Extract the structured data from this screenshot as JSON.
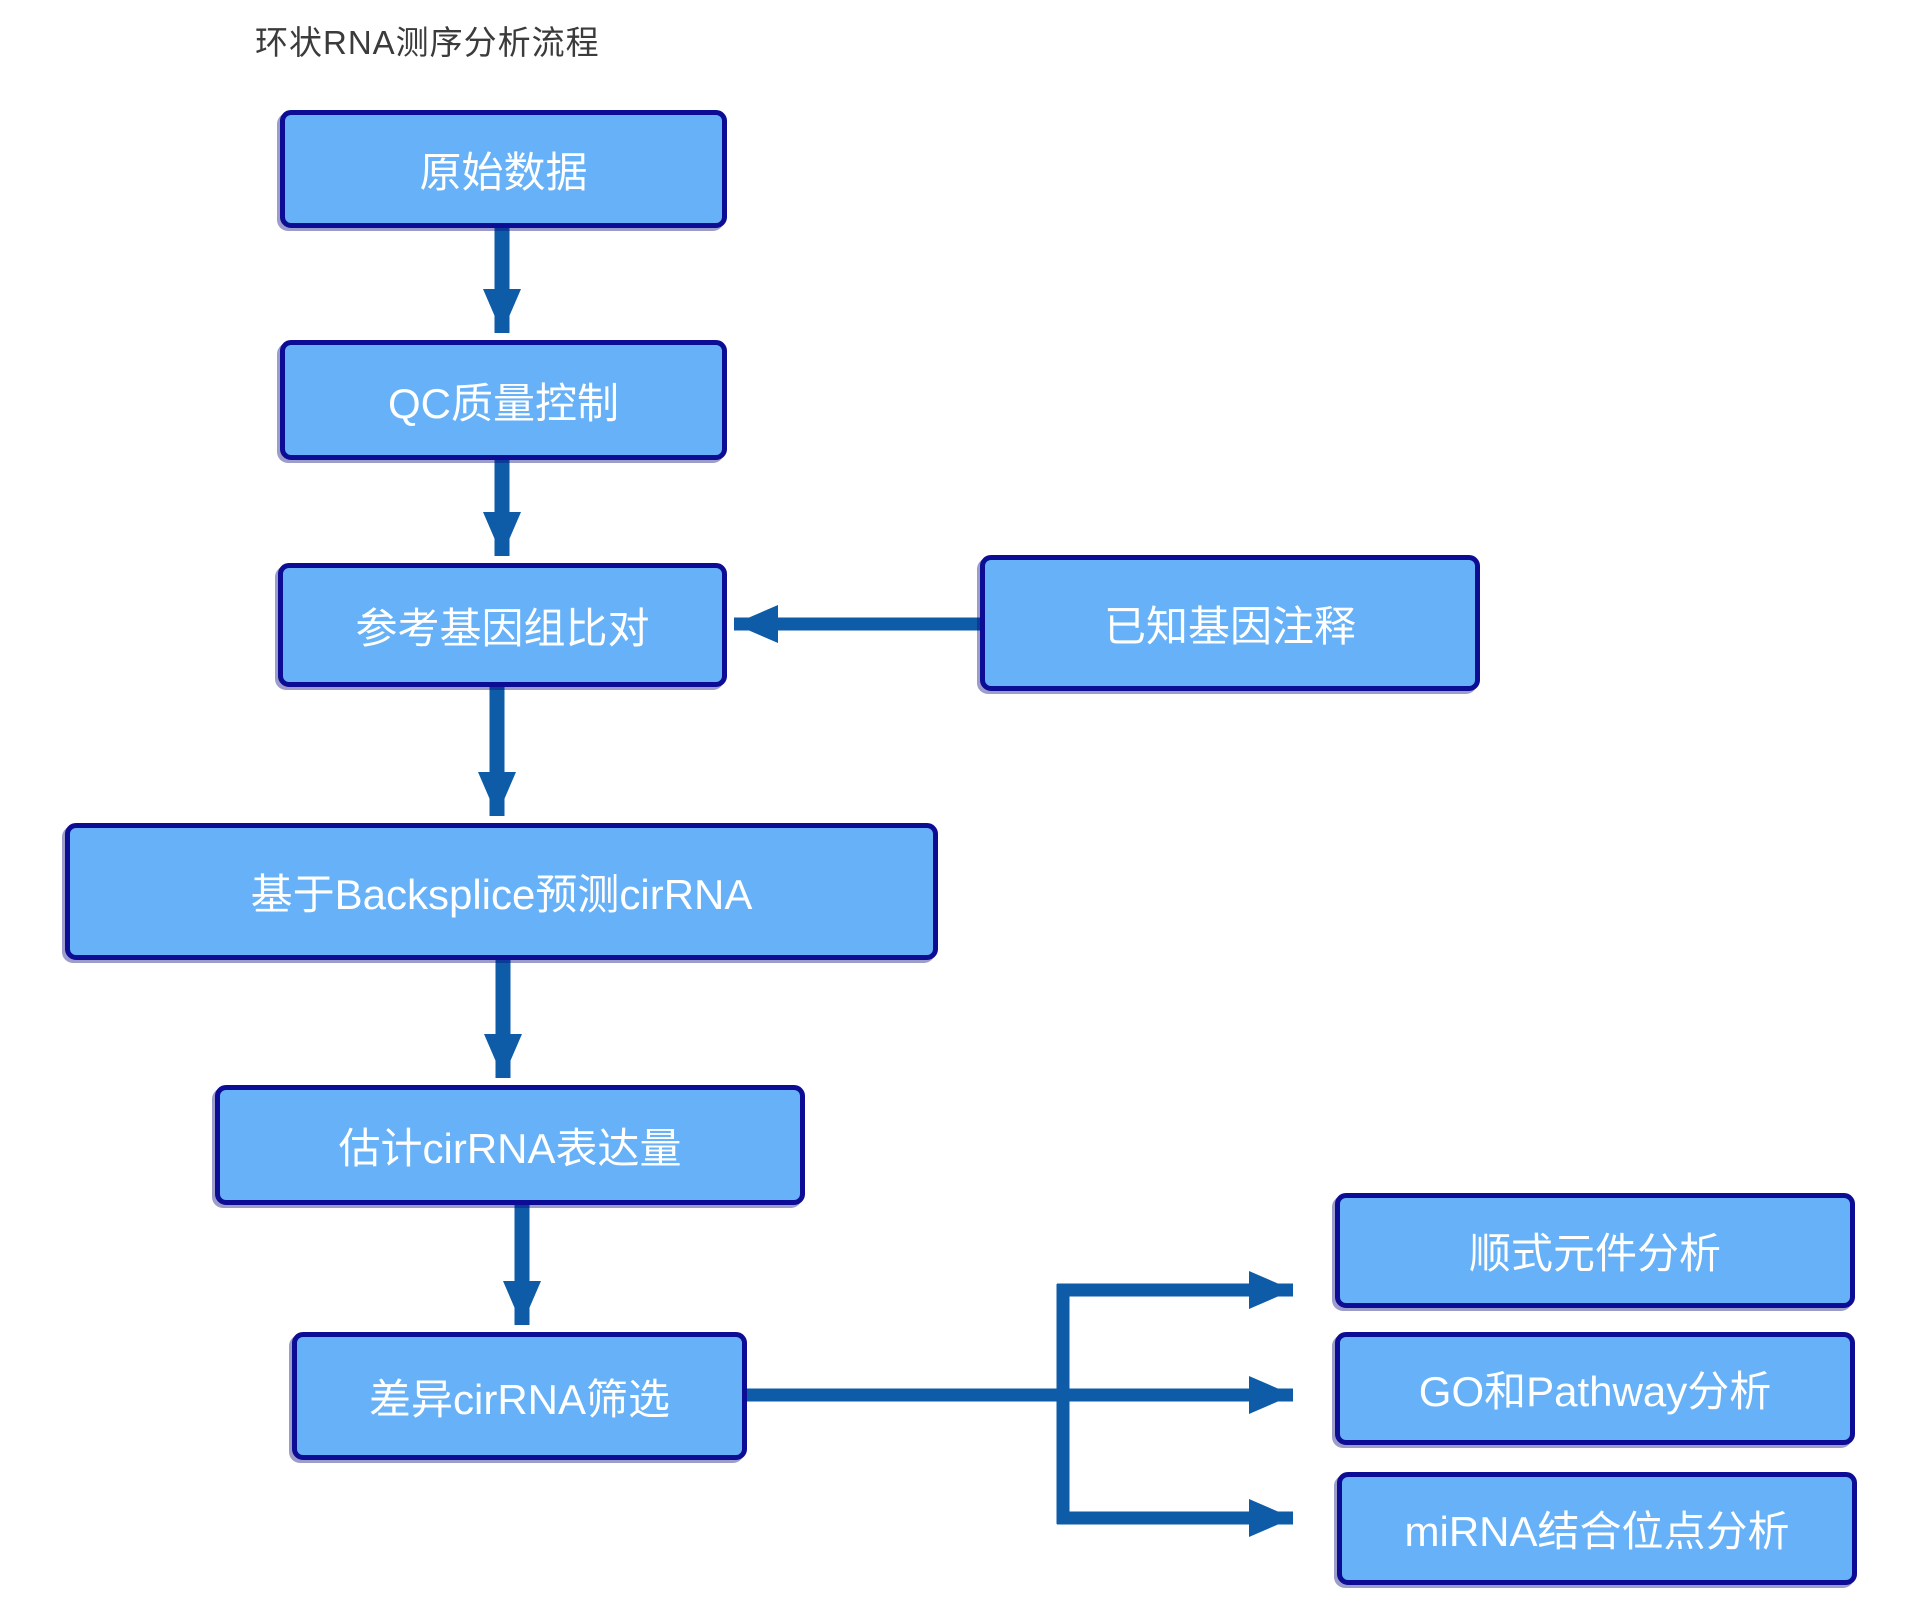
{
  "title": "环状RNA测序分析流程",
  "colors": {
    "box_fill": "#66b1f7",
    "box_border": "#0c0c94",
    "arrow": "#0e5ca8",
    "title_text": "#3b3b3b",
    "box_text": "#ffffff",
    "background": "#ffffff"
  },
  "nodes": {
    "raw_data": {
      "label": "原始数据"
    },
    "qc": {
      "label": "QC质量控制"
    },
    "align": {
      "label": "参考基因组比对"
    },
    "annotation": {
      "label": "已知基因注释"
    },
    "backsplice": {
      "label": "基于Backsplice预测cirRNA"
    },
    "expression": {
      "label": "估计cirRNA表达量"
    },
    "diff": {
      "label": "差异cirRNA筛选"
    },
    "cis": {
      "label": "顺式元件分析"
    },
    "go_pathway": {
      "label": "GO和Pathway分析"
    },
    "mirna": {
      "label": "miRNA结合位点分析"
    }
  },
  "edges": [
    {
      "from": "原始数据",
      "to": "QC质量控制"
    },
    {
      "from": "QC质量控制",
      "to": "参考基因组比对"
    },
    {
      "from": "已知基因注释",
      "to": "参考基因组比对"
    },
    {
      "from": "参考基因组比对",
      "to": "基于Backsplice预测cirRNA"
    },
    {
      "from": "基于Backsplice预测cirRNA",
      "to": "估计cirRNA表达量"
    },
    {
      "from": "估计cirRNA表达量",
      "to": "差异cirRNA筛选"
    },
    {
      "from": "差异cirRNA筛选",
      "to": "顺式元件分析"
    },
    {
      "from": "差异cirRNA筛选",
      "to": "GO和Pathway分析"
    },
    {
      "from": "差异cirRNA筛选",
      "to": "miRNA结合位点分析"
    }
  ]
}
